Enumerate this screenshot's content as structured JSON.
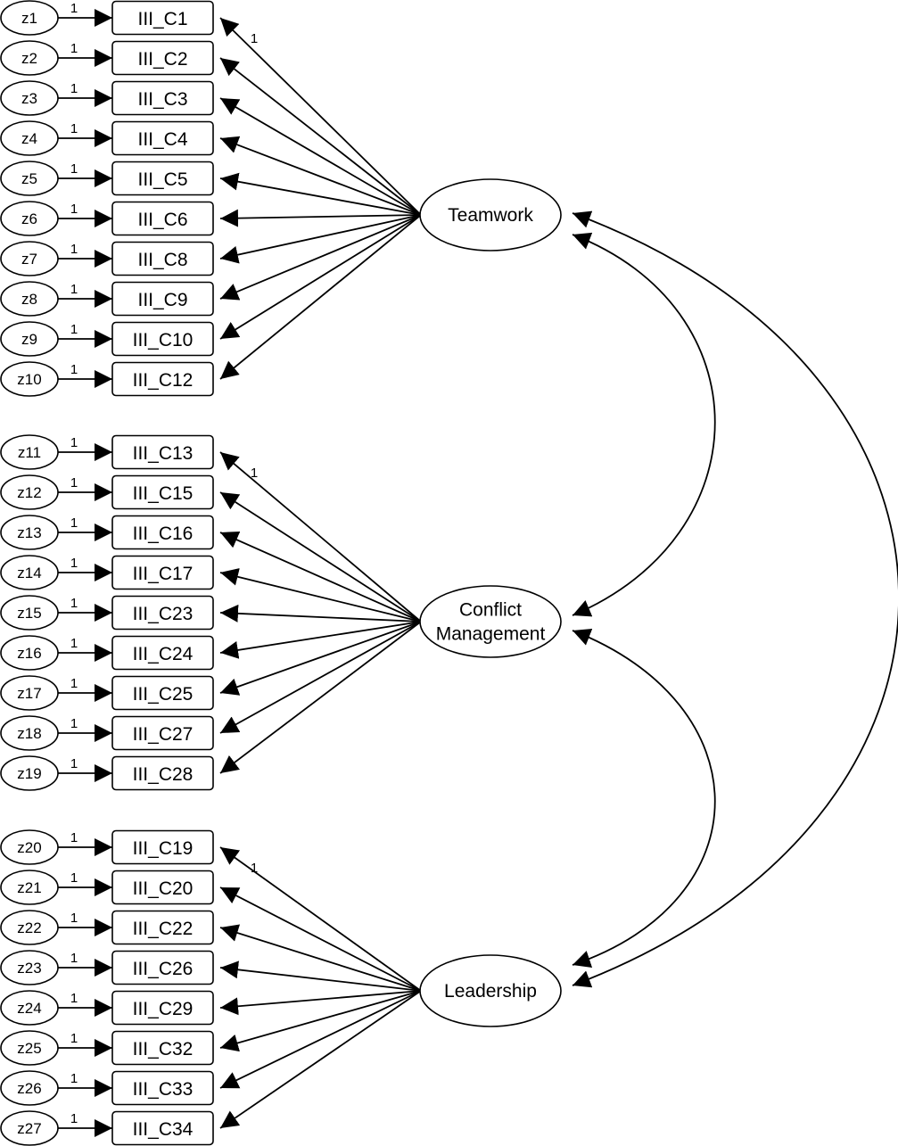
{
  "factors": [
    {
      "key": "teamwork",
      "lines": [
        "Teamwork"
      ]
    },
    {
      "key": "conflict",
      "lines": [
        "Conflict",
        "Management"
      ]
    },
    {
      "key": "leadership",
      "lines": [
        "Leadership"
      ]
    }
  ],
  "indicators": {
    "teamwork": [
      {
        "error": "z1",
        "item": "III_C1"
      },
      {
        "error": "z2",
        "item": "III_C2"
      },
      {
        "error": "z3",
        "item": "III_C3"
      },
      {
        "error": "z4",
        "item": "III_C4"
      },
      {
        "error": "z5",
        "item": "III_C5"
      },
      {
        "error": "z6",
        "item": "III_C6"
      },
      {
        "error": "z7",
        "item": "III_C8"
      },
      {
        "error": "z8",
        "item": "III_C9"
      },
      {
        "error": "z9",
        "item": "III_C10"
      },
      {
        "error": "z10",
        "item": "III_C12"
      }
    ],
    "conflict": [
      {
        "error": "z11",
        "item": "III_C13"
      },
      {
        "error": "z12",
        "item": "III_C15"
      },
      {
        "error": "z13",
        "item": "III_C16"
      },
      {
        "error": "z14",
        "item": "III_C17"
      },
      {
        "error": "z15",
        "item": "III_C23"
      },
      {
        "error": "z16",
        "item": "III_C24"
      },
      {
        "error": "z17",
        "item": "III_C25"
      },
      {
        "error": "z18",
        "item": "III_C27"
      },
      {
        "error": "z19",
        "item": "III_C28"
      }
    ],
    "leadership": [
      {
        "error": "z20",
        "item": "III_C19"
      },
      {
        "error": "z21",
        "item": "III_C20"
      },
      {
        "error": "z22",
        "item": "III_C22"
      },
      {
        "error": "z23",
        "item": "III_C26"
      },
      {
        "error": "z24",
        "item": "III_C29"
      },
      {
        "error": "z25",
        "item": "III_C32"
      },
      {
        "error": "z26",
        "item": "III_C33"
      },
      {
        "error": "z27",
        "item": "III_C34"
      }
    ]
  },
  "error_path_label": "1",
  "fixed_loading_label": "1",
  "covariances": [
    [
      "teamwork",
      "conflict"
    ],
    [
      "conflict",
      "leadership"
    ],
    [
      "teamwork",
      "leadership"
    ]
  ]
}
